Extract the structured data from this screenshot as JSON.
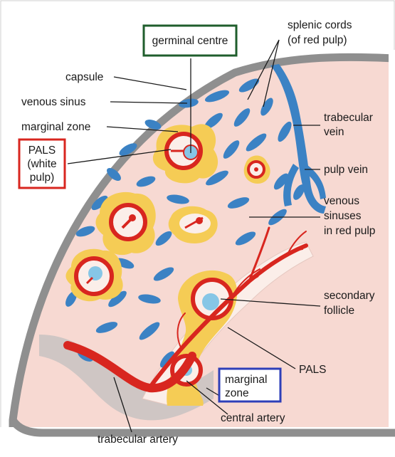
{
  "labels": {
    "germinal_centre": "germinal centre",
    "splenic_cords_1": "splenic cords",
    "splenic_cords_2": "(of red pulp)",
    "capsule": "capsule",
    "venous_sinus": "venous sinus",
    "marginal_zone_left": "marginal zone",
    "pals_white_1": "PALS",
    "pals_white_2": "(white",
    "pals_white_3": "pulp)",
    "trabecular_vein_1": "trabecular",
    "trabecular_vein_2": "vein",
    "pulp_vein": "pulp vein",
    "venous_sinuses_1": "venous",
    "venous_sinuses_2": "sinuses",
    "venous_sinuses_3": "in red pulp",
    "secondary_follicle_1": "secondary",
    "secondary_follicle_2": "follicle",
    "pals_bottom": "PALS",
    "marginal_zone_box_1": "marginal",
    "marginal_zone_box_2": "zone",
    "central_artery": "central artery",
    "trabecular_artery": "trabecular artery"
  },
  "colors": {
    "capsule": "#8f8f8f",
    "red_pulp": "#f7d9d2",
    "venous": "#3b82c4",
    "marginal_zone": "#f5cc55",
    "pals": "#fbeee9",
    "artery": "#d8261f",
    "germinal": "#86c6e6",
    "box_green": "#1f5e2c",
    "box_red": "#d8261f",
    "box_blue": "#2e3fb8"
  }
}
